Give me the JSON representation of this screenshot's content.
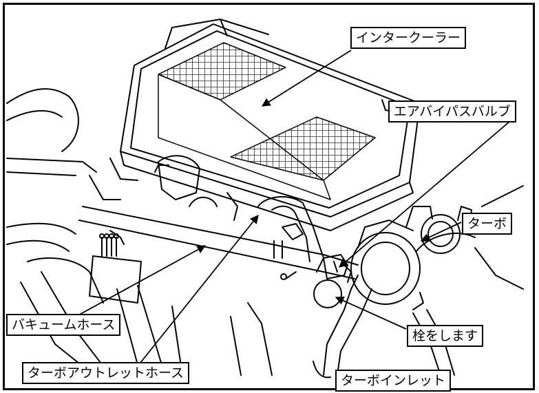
{
  "labels": {
    "intercooler": "インタークーラー",
    "air_bypass_valve": "エアバイパスバルブ",
    "turbo": "ターボ",
    "vacuum_hose": "バキュームホース",
    "plug": "栓をします",
    "turbo_outlet_hose": "ターボアウトレットホース",
    "turbo_inlet": "ターボインレット"
  }
}
